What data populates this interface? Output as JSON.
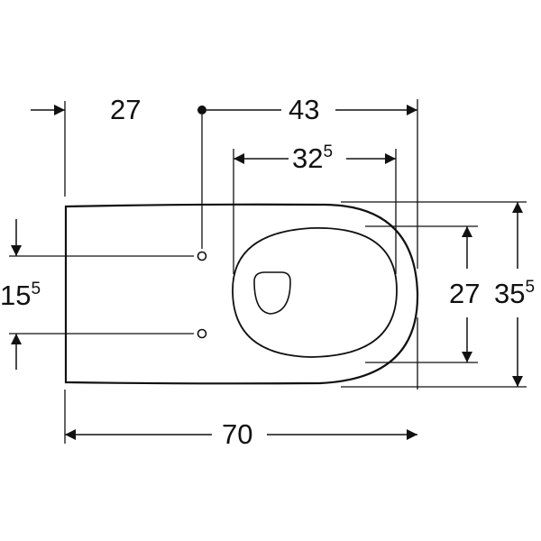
{
  "diagram": {
    "stroke_color": "#111111",
    "background": "#ffffff",
    "dimensions": {
      "offset_left": {
        "main": "27",
        "sup": ""
      },
      "fixing_to_front": {
        "main": "43",
        "sup": ""
      },
      "bowl_opening_length": {
        "main": "32",
        "sup": "5"
      },
      "total_length": {
        "main": "70",
        "sup": ""
      },
      "fixing_hole_spacing": {
        "main": "15",
        "sup": "5"
      },
      "bowl_opening_width": {
        "main": "27",
        "sup": ""
      },
      "total_width": {
        "main": "35",
        "sup": "5"
      }
    }
  }
}
